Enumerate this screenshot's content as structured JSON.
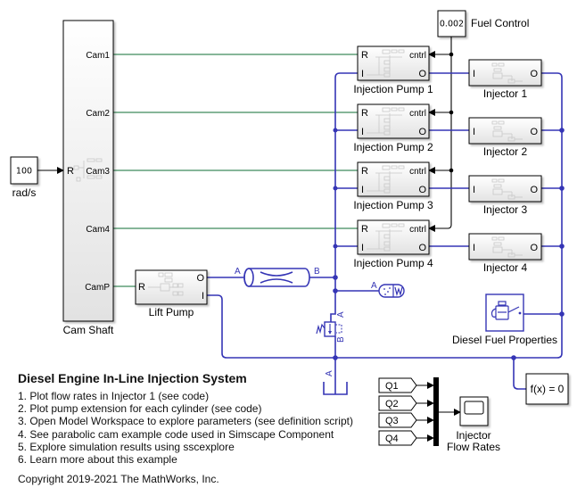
{
  "colors": {
    "hydraulic": "#3535b5",
    "mechanical": "#3f8a5c",
    "signal": "#000000"
  },
  "cam_shaft": {
    "label": "Cam Shaft",
    "port_in": "R",
    "ports": [
      "Cam1",
      "Cam2",
      "Cam3",
      "Cam4",
      "CamP"
    ]
  },
  "speed_source": {
    "value": "100",
    "label": "rad/s"
  },
  "fuel_control": {
    "value": "0.002",
    "label": "Fuel Control"
  },
  "injection_pumps": [
    {
      "label": "Injection Pump 1",
      "port_r": "R",
      "port_i": "I",
      "port_cntrl": "cntrl",
      "port_o": "O"
    },
    {
      "label": "Injection Pump 2",
      "port_r": "R",
      "port_i": "I",
      "port_cntrl": "cntrl",
      "port_o": "O"
    },
    {
      "label": "Injection Pump 3",
      "port_r": "R",
      "port_i": "I",
      "port_cntrl": "cntrl",
      "port_o": "O"
    },
    {
      "label": "Injection Pump 4",
      "port_r": "R",
      "port_i": "I",
      "port_cntrl": "cntrl",
      "port_o": "O"
    }
  ],
  "injectors": [
    {
      "label": "Injector 1",
      "port_i": "I",
      "port_o": "O"
    },
    {
      "label": "Injector 2",
      "port_i": "I",
      "port_o": "O"
    },
    {
      "label": "Injector 3",
      "port_i": "I",
      "port_o": "O"
    },
    {
      "label": "Injector 4",
      "port_i": "I",
      "port_o": "O"
    }
  ],
  "lift_pump": {
    "label": "Lift Pump",
    "port_r": "R",
    "port_o": "O",
    "port_i": "I"
  },
  "pipe": {
    "port_a": "A",
    "port_b": "B"
  },
  "accumulator": {
    "port_a": "A"
  },
  "relief_valve": {
    "port_a": "A",
    "port_b": "B"
  },
  "tank": {
    "port_a": "A"
  },
  "fuel_properties": {
    "label": "Diesel Fuel Properties"
  },
  "solver_config": {
    "label": "f(x) = 0"
  },
  "goto_tags": [
    "Q1",
    "Q2",
    "Q3",
    "Q4"
  ],
  "scope": {
    "label_line1": "Injector",
    "label_line2": "Flow Rates"
  },
  "annotation": {
    "title": "Diesel Engine In-Line Injection System",
    "items": [
      "1. Plot flow rates in Injector 1 (see code)",
      "2. Plot pump extension for each cylinder (see code)",
      "3. Open Model Workspace to explore parameters (see definition script)",
      "4. See parabolic cam example code used in Simscape Component",
      "5. Explore simulation results using sscexplore",
      "6. Learn more about this example"
    ],
    "copyright": "Copyright 2019-2021 The MathWorks, Inc."
  }
}
